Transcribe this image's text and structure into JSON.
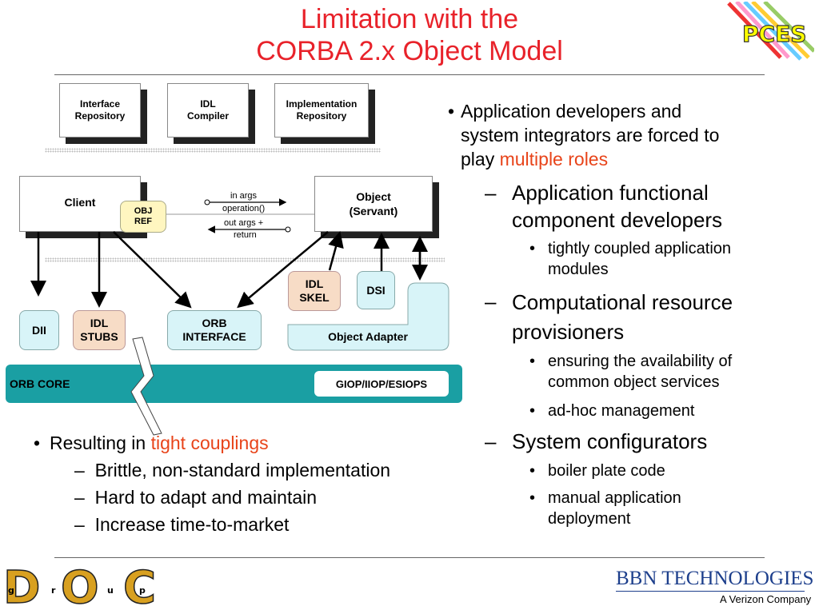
{
  "title": {
    "line1": "Limitation with the",
    "line2": "CORBA 2.x Object Model"
  },
  "logos": {
    "top_right": "PCES",
    "bottom_left_letters": [
      "D",
      "O",
      "C"
    ],
    "bottom_left_small": [
      "g",
      "r",
      "u",
      "p"
    ],
    "bbn": "BBN TECHNOLOGIES",
    "verizon": "A Verizon Company"
  },
  "diagram": {
    "top_boxes": {
      "interface_repository": [
        "Interface",
        "Repository"
      ],
      "idl_compiler": [
        "IDL",
        "Compiler"
      ],
      "implementation_repository": [
        "Implementation",
        "Repository"
      ]
    },
    "client": "Client",
    "obj_ref": [
      "OBJ",
      "REF"
    ],
    "object_servant": [
      "Object",
      "(Servant)"
    ],
    "in_args": "in args",
    "operation": "operation()",
    "out_args": "out args +",
    "return": "return",
    "dii": "DII",
    "idl_stubs": [
      "IDL",
      "STUBS"
    ],
    "orb_interface": [
      "ORB",
      "INTERFACE"
    ],
    "idl_skel": [
      "IDL",
      "SKEL"
    ],
    "dsi": "DSI",
    "object_adapter": "Object Adapter",
    "orb_core": "ORB CORE",
    "giop": "GIOP/IIOP/ESIOPS"
  },
  "left_bullets": {
    "main_prefix": "Resulting in ",
    "main_highlight": "tight couplings",
    "subs": [
      "Brittle, non-standard implementation",
      "Hard to adapt and maintain",
      "Increase time-to-market"
    ]
  },
  "right_bullets": {
    "main": [
      "Application developers and",
      "system integrators are forced to"
    ],
    "main_line3_prefix": "play ",
    "main_highlight": "multiple roles",
    "role1": [
      "Application functional",
      "component developers"
    ],
    "role1_subs": [
      [
        "tightly coupled application",
        "modules"
      ]
    ],
    "role2": [
      "Computational resource",
      "provisioners"
    ],
    "role2_subs": [
      [
        "ensuring the availability of",
        "common object services"
      ],
      [
        "ad-hoc management"
      ]
    ],
    "role3": "System configurators",
    "role3_subs": [
      [
        "boiler plate code"
      ],
      [
        "manual application",
        "deployment"
      ]
    ]
  },
  "colors": {
    "title": "#e8222a",
    "highlight": "#e8441a",
    "orb_core": "#1a9fa3",
    "cyan_box": "#d8f4f8",
    "peach_box": "#f7dcc6",
    "yellow_box": "#fff6c0"
  }
}
